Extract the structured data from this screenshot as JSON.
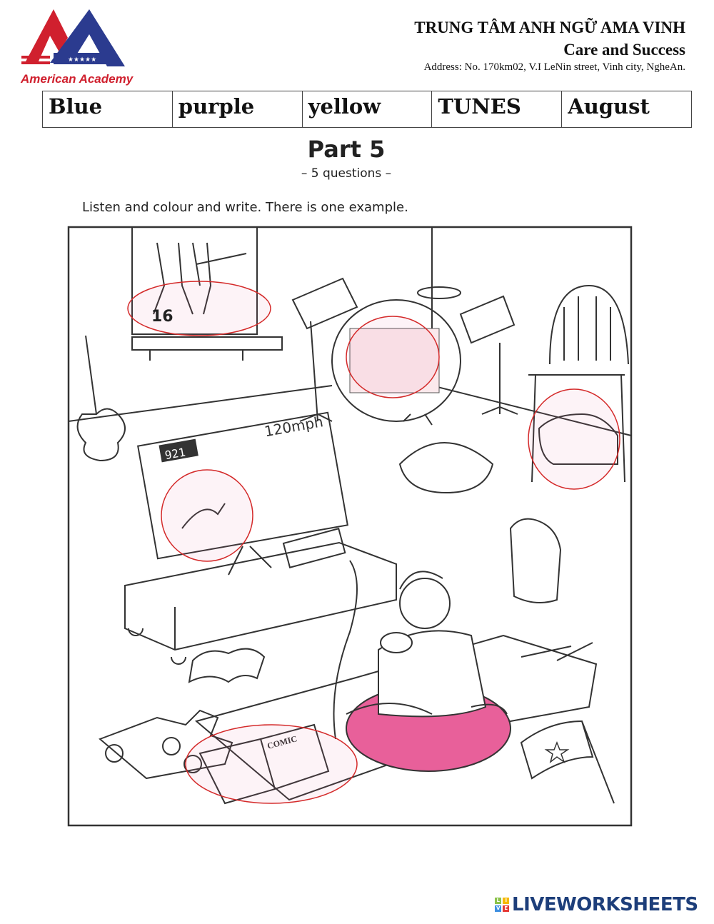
{
  "header": {
    "center_name": "TRUNG TÂM ANH NGỮ AMA VINH",
    "slogan": "Care and Success",
    "address": "Address: No. 170km02, V.I LeNin street, Vinh city, NgheAn.",
    "logo_text": "American Academy"
  },
  "word_bank": [
    "Blue",
    "purple",
    "yellow",
    "TUNES",
    "August"
  ],
  "task": {
    "title": "Part 5",
    "subtitle": "– 5 questions –",
    "instruction": "Listen and colour and write. There is one example."
  },
  "scene": {
    "poster_number": "16",
    "game_score": "921",
    "game_speed": "120mph"
  },
  "footer": {
    "brand": "LIVEWORKSHEETS",
    "brand_tiles": [
      "L",
      "I",
      "V",
      "E"
    ]
  },
  "colors": {
    "logo_red": "#d0202e",
    "logo_blue": "#2b3b8f",
    "answer_ring": "#d42a2a",
    "cushion_pink": "#e8609a",
    "brand": "#1d3e7a"
  }
}
